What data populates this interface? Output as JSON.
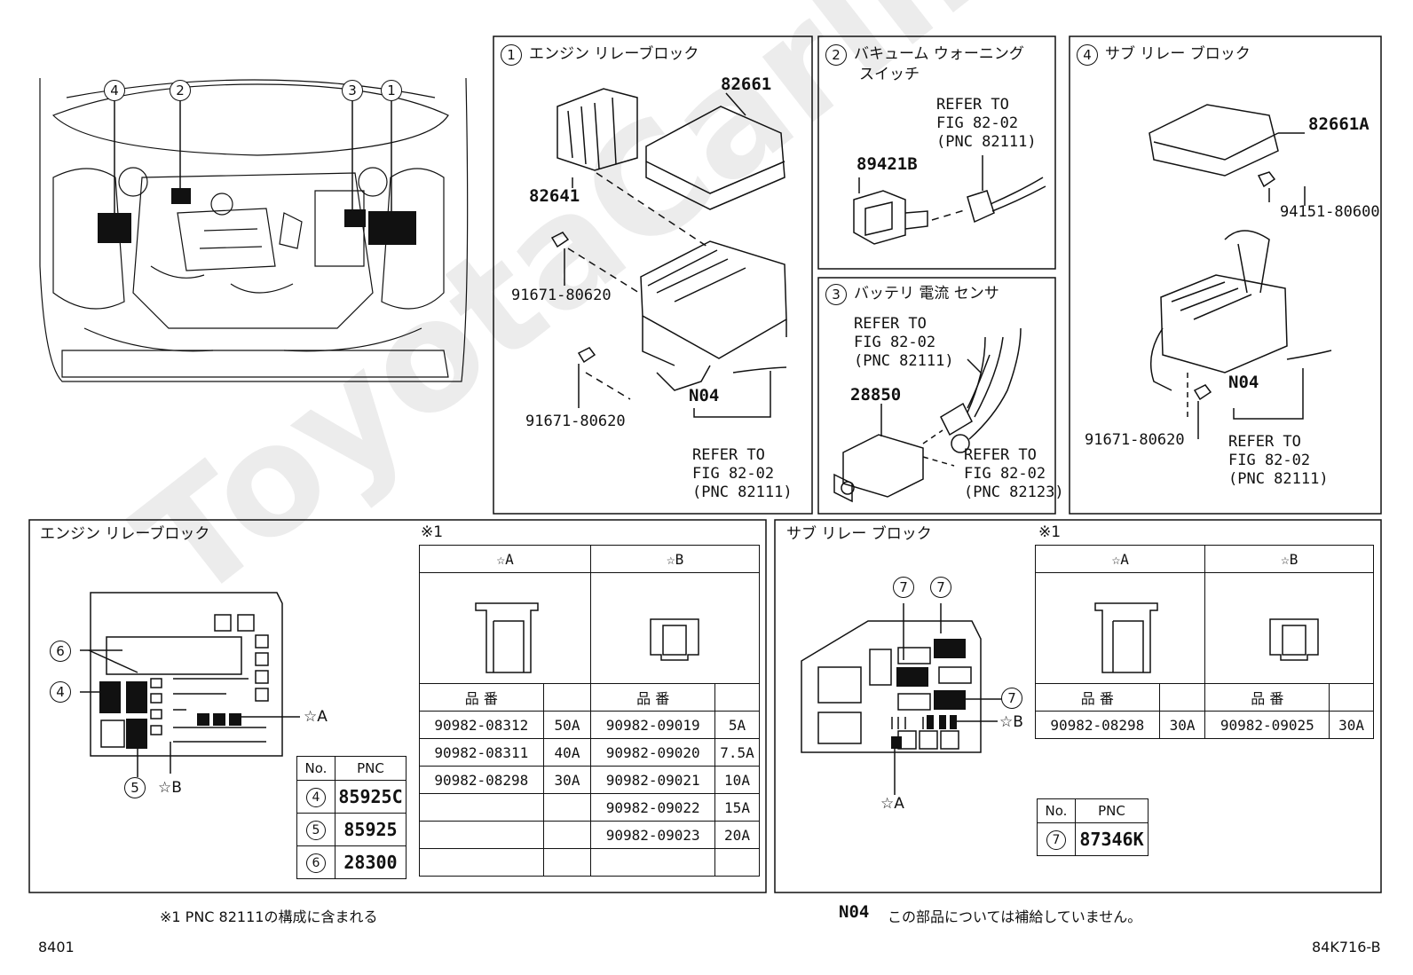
{
  "panels": {
    "engine_relay_block_title": "エンジン リレーブロック",
    "vacuum_switch_title_1": "バキューム ウォーニング",
    "vacuum_switch_title_2": "スイッチ",
    "battery_sensor_title": "バッテリ 電流 センサ",
    "sub_relay_block_title": "サブ リレー ブロック"
  },
  "callouts": [
    "1",
    "2",
    "3",
    "4",
    "5",
    "6",
    "7"
  ],
  "parts": {
    "p82661": "82661",
    "p82641": "82641",
    "p91671_a": "91671-80620",
    "p91671_b": "91671-80620",
    "p91671_c": "91671-80620",
    "p89421B": "89421B",
    "p28850": "28850",
    "p82661A": "82661A",
    "p94151": "94151-80600",
    "n04_a": "N04",
    "n04_b": "N04"
  },
  "refs": {
    "ref1": "REFER TO\nFIG 82-02\n(PNC 82111)",
    "ref2": "REFER TO\nFIG 82-02\n(PNC 82111)",
    "ref3a": "REFER TO\nFIG 82-02\n(PNC 82111)",
    "ref3b": "REFER TO\nFIG 82-02\n(PNC 82123)",
    "ref4": "REFER TO\nFIG 82-02\n(PNC 82111)"
  },
  "lower_left": {
    "title": "エンジン リレーブロック",
    "note_mark": "※1",
    "star_a": "☆A",
    "star_b": "☆B",
    "col_part": "品 番",
    "rows_a": [
      {
        "part": "90982-08312",
        "amp": "50A"
      },
      {
        "part": "90982-08311",
        "amp": "40A"
      },
      {
        "part": "90982-08298",
        "amp": "30A"
      }
    ],
    "rows_b": [
      {
        "part": "90982-09019",
        "amp": "5A"
      },
      {
        "part": "90982-09020",
        "amp": "7.5A"
      },
      {
        "part": "90982-09021",
        "amp": "10A"
      },
      {
        "part": "90982-09022",
        "amp": "15A"
      },
      {
        "part": "90982-09023",
        "amp": "20A"
      }
    ],
    "pnc_head_no": "No.",
    "pnc_head_pnc": "PNC",
    "pnc_rows": [
      {
        "no": "4",
        "pnc": "85925C"
      },
      {
        "no": "5",
        "pnc": "85925"
      },
      {
        "no": "6",
        "pnc": "28300"
      }
    ]
  },
  "lower_right": {
    "title": "サブ リレー ブロック",
    "note_mark": "※1",
    "star_a": "☆A",
    "star_b": "☆B",
    "col_part": "品 番",
    "row_a": {
      "part": "90982-08298",
      "amp": "30A"
    },
    "row_b": {
      "part": "90982-09025",
      "amp": "30A"
    },
    "pnc_head_no": "No.",
    "pnc_head_pnc": "PNC",
    "pnc_row": {
      "no": "7",
      "pnc": "87346K"
    }
  },
  "footer": {
    "note1": "※1 PNC 82111の構成に含まれる",
    "n04_code": "N04",
    "n04_note": "この部品については補給していません。",
    "page": "8401",
    "fig_code": "84K716-B"
  },
  "watermark": "ToyotaCarline.ru"
}
